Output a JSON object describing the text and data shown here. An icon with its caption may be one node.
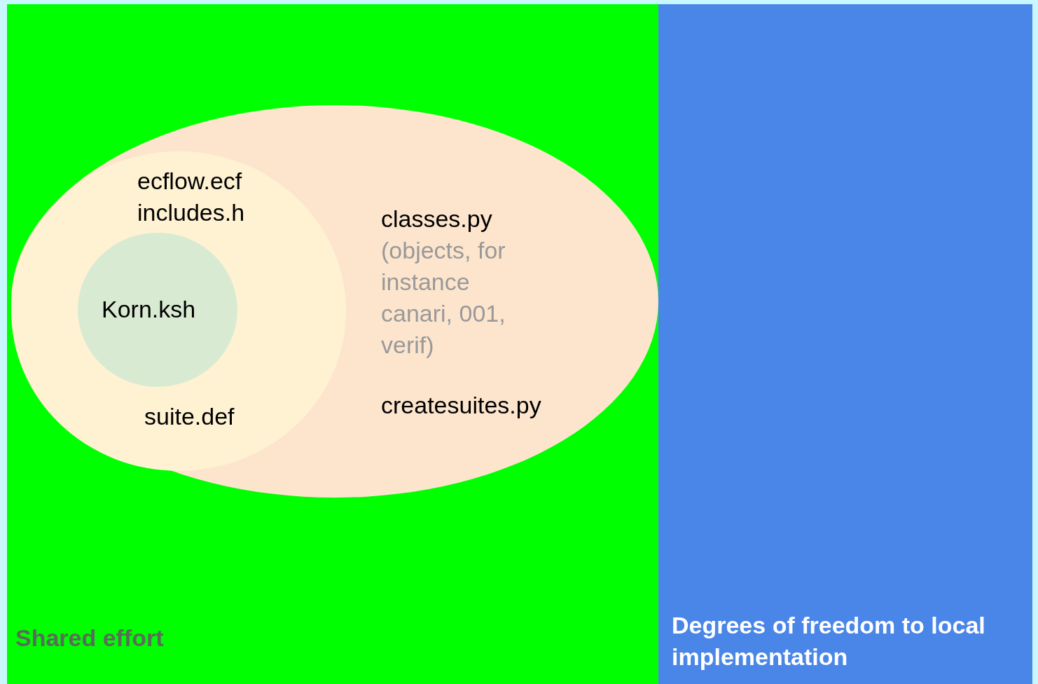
{
  "diagram": {
    "nodes": [
      {
        "text": [
          "Shared effort"
        ]
      },
      {
        "text": [
          "Degrees of freedom to local implementation"
        ]
      },
      {
        "text": [
          "classes.py",
          "(objects, for instance canari, 001, verif)",
          "createsuites.py"
        ],
        "in": 0
      },
      {
        "text": [
          "ecflow.ecf",
          "includes.h",
          "suite.def"
        ],
        "in": 2
      },
      {
        "text": [
          "Korn.ksh"
        ],
        "in": 3
      }
    ]
  }
}
